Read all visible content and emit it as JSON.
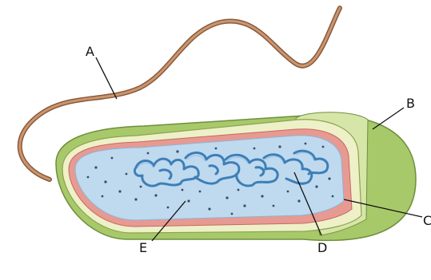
{
  "diagram": {
    "labels": {
      "a": "A",
      "b": "B",
      "c": "C",
      "d": "D",
      "e": "E"
    },
    "colors": {
      "flagellum": "#c9966f",
      "capsule": "#a8c96a",
      "cell_wall": "#eef0c8",
      "membrane": "#e79a92",
      "cytoplasm": "#bfd9ef",
      "nucleoid": "#3d7fb6",
      "ribosome": "#2f4f6b"
    }
  }
}
